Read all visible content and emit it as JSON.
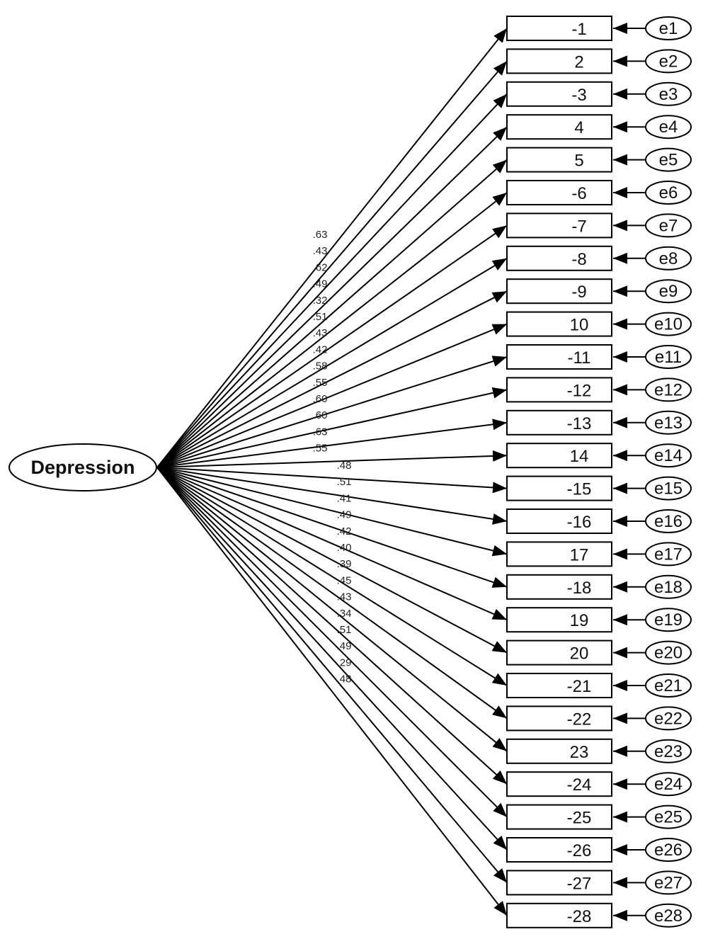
{
  "latent": {
    "label": "Depression"
  },
  "items": [
    {
      "label": "-1",
      "error": "e1",
      "loading": ".63"
    },
    {
      "label": "2",
      "error": "e2",
      "loading": ".43"
    },
    {
      "label": "-3",
      "error": "e3",
      "loading": ".62"
    },
    {
      "label": "4",
      "error": "e4",
      "loading": ".49"
    },
    {
      "label": "5",
      "error": "e5",
      "loading": ".32"
    },
    {
      "label": "-6",
      "error": "e6",
      "loading": ".51"
    },
    {
      "label": "-7",
      "error": "e7",
      "loading": ".43"
    },
    {
      "label": "-8",
      "error": "e8",
      "loading": ".42"
    },
    {
      "label": "-9",
      "error": "e9",
      "loading": ".58"
    },
    {
      "label": "10",
      "error": "e10",
      "loading": ".55"
    },
    {
      "label": "-11",
      "error": "e11",
      "loading": ".60"
    },
    {
      "label": "-12",
      "error": "e12",
      "loading": ".60"
    },
    {
      "label": "-13",
      "error": "e13",
      "loading": ".63"
    },
    {
      "label": "14",
      "error": "e14",
      "loading": ".55"
    },
    {
      "label": "-15",
      "error": "e15",
      "loading": ".48"
    },
    {
      "label": "-16",
      "error": "e16",
      "loading": ".51"
    },
    {
      "label": "17",
      "error": "e17",
      "loading": ".41"
    },
    {
      "label": "-18",
      "error": "e18",
      "loading": ".49"
    },
    {
      "label": "19",
      "error": "e19",
      "loading": ".42"
    },
    {
      "label": "20",
      "error": "e20",
      "loading": ".40"
    },
    {
      "label": "-21",
      "error": "e21",
      "loading": ".39"
    },
    {
      "label": "-22",
      "error": "e22",
      "loading": ".45"
    },
    {
      "label": "23",
      "error": "e23",
      "loading": ".43"
    },
    {
      "label": "-24",
      "error": "e24",
      "loading": ".34"
    },
    {
      "label": "-25",
      "error": "e25",
      "loading": ".51"
    },
    {
      "label": "-26",
      "error": "e26",
      "loading": ".49"
    },
    {
      "label": "-27",
      "error": "e27",
      "loading": ".29"
    },
    {
      "label": "-28",
      "error": "e28",
      "loading": ".48"
    }
  ]
}
